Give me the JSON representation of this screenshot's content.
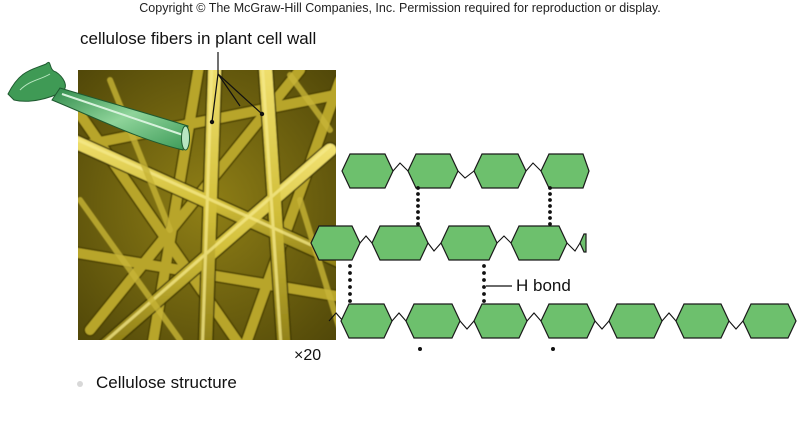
{
  "copyright": "Copyright © The McGraw-Hill Companies, Inc. Permission required for reproduction or display.",
  "labels": {
    "fibers": "cellulose fibers in plant cell wall",
    "h_bond": "H bond",
    "magnification": "×20",
    "caption": "Cellulose structure"
  },
  "colors": {
    "glucose_fill": "#6dc06d",
    "glucose_stroke": "#1a1a1a",
    "micrograph_base": "#7a6c12",
    "fiber": "#d2bf3a",
    "celery": "#4aa564"
  },
  "icons": {
    "plant": "celery-stalk-icon"
  }
}
